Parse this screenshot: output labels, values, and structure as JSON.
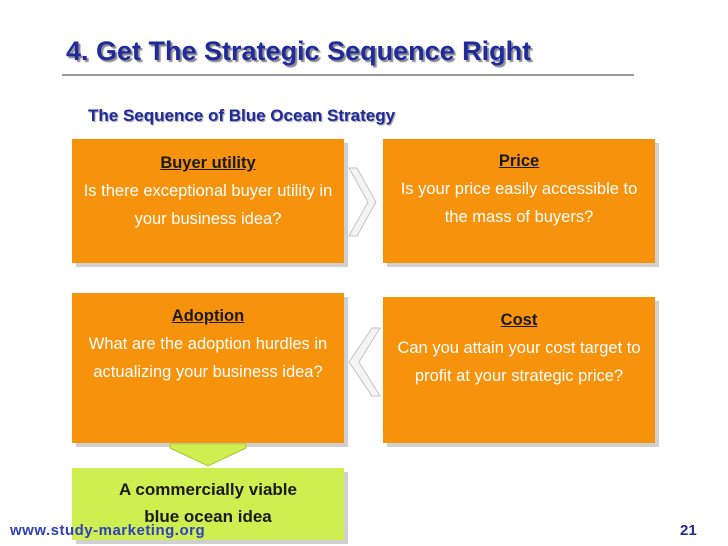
{
  "slide": {
    "title": "4. Get The Strategic Sequence Right",
    "subtitle": "The Sequence of Blue Ocean Strategy",
    "footer_url": "www.study-marketing.org",
    "page_number": "21"
  },
  "steps": {
    "buyer_utility": {
      "heading": "Buyer utility",
      "question": "Is there exceptional buyer utility in your business idea?"
    },
    "price": {
      "heading": "Price",
      "question": "Is your price easily accessible to the mass of buyers?"
    },
    "adoption": {
      "heading": "Adoption",
      "question": "What are the adoption hurdles in actualizing your business idea?"
    },
    "cost": {
      "heading": "Cost",
      "question": "Can you attain your cost target to profit at your strategic price?"
    }
  },
  "result": {
    "line1": "A commercially viable",
    "line2": "blue ocean idea"
  },
  "colors": {
    "title_blue": "#1f2a9c",
    "box_orange": "#f7920c",
    "result_green": "#cfee4f",
    "arrow_fill": "#f6f6f6"
  }
}
